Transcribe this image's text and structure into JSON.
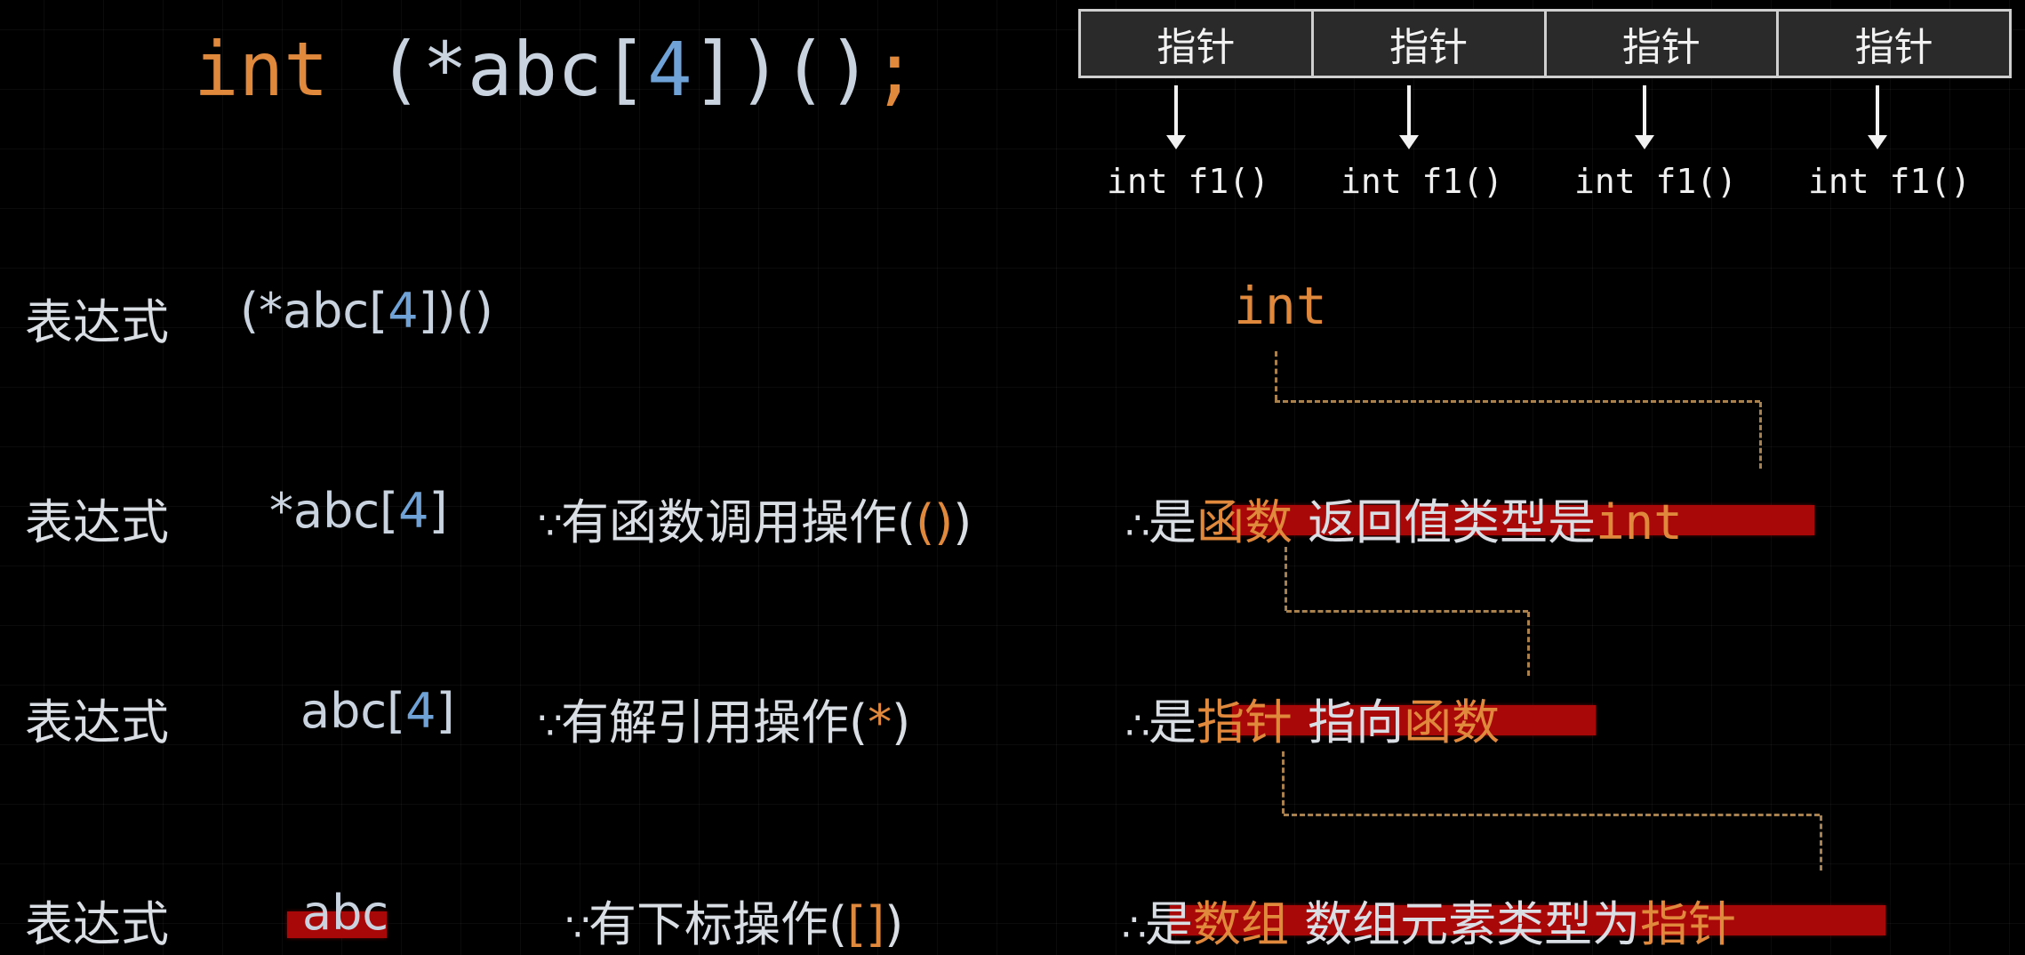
{
  "declaration": {
    "type_keyword": "int",
    "open_paren": "(",
    "star": "*",
    "name": "abc",
    "bracket_open": "[",
    "size": "4",
    "bracket_close": "]",
    "close_paren": ")",
    "call_parens": "()",
    "semicolon": ";"
  },
  "pointer_array": {
    "cells": [
      "指针",
      "指针",
      "指针",
      "指针"
    ],
    "targets": [
      "int f1()",
      "int f1()",
      "int f1()",
      "int f1()"
    ]
  },
  "top_result": {
    "type": "int"
  },
  "rows": [
    {
      "label": "表达式",
      "expr_prefix": "(*abc[",
      "expr_index": "4",
      "expr_suffix": "])()"
    },
    {
      "label": "表达式",
      "expr_prefix": "*abc[",
      "expr_index": "4",
      "expr_suffix": "]",
      "because": "∵",
      "reason_text": "有函数调用操作(",
      "reason_op": "()",
      "reason_close": ")",
      "therefore": "∴",
      "result_is": "是",
      "result_kind": "函数",
      "result_mid": " 返回值类型是",
      "result_type": "int"
    },
    {
      "label": "表达式",
      "expr_prefix": "abc[",
      "expr_index": "4",
      "expr_suffix": "]",
      "because": "∵",
      "reason_text": "有解引用操作(",
      "reason_op": "*",
      "reason_close": ")",
      "therefore": "∴",
      "result_is": "是",
      "result_kind": "指针",
      "result_mid": " 指向",
      "result_type": "函数"
    },
    {
      "label": "表达式",
      "expr_prefix": "abc",
      "because": "∵",
      "reason_text": "有下标操作(",
      "reason_op": "[]",
      "reason_close": ")",
      "therefore": "∴",
      "result_is": "是",
      "result_kind": "数组",
      "result_mid": " 数组元素类型为",
      "result_type": "指针"
    }
  ],
  "colors": {
    "background": "#000000",
    "keyword_orange": "#e0883c",
    "number_blue": "#6fa2d6",
    "text_light": "#d9dde4",
    "highlight_red": "#a80808",
    "connector_dashed": "#a8814f",
    "table_fill": "#2a2a2a"
  }
}
